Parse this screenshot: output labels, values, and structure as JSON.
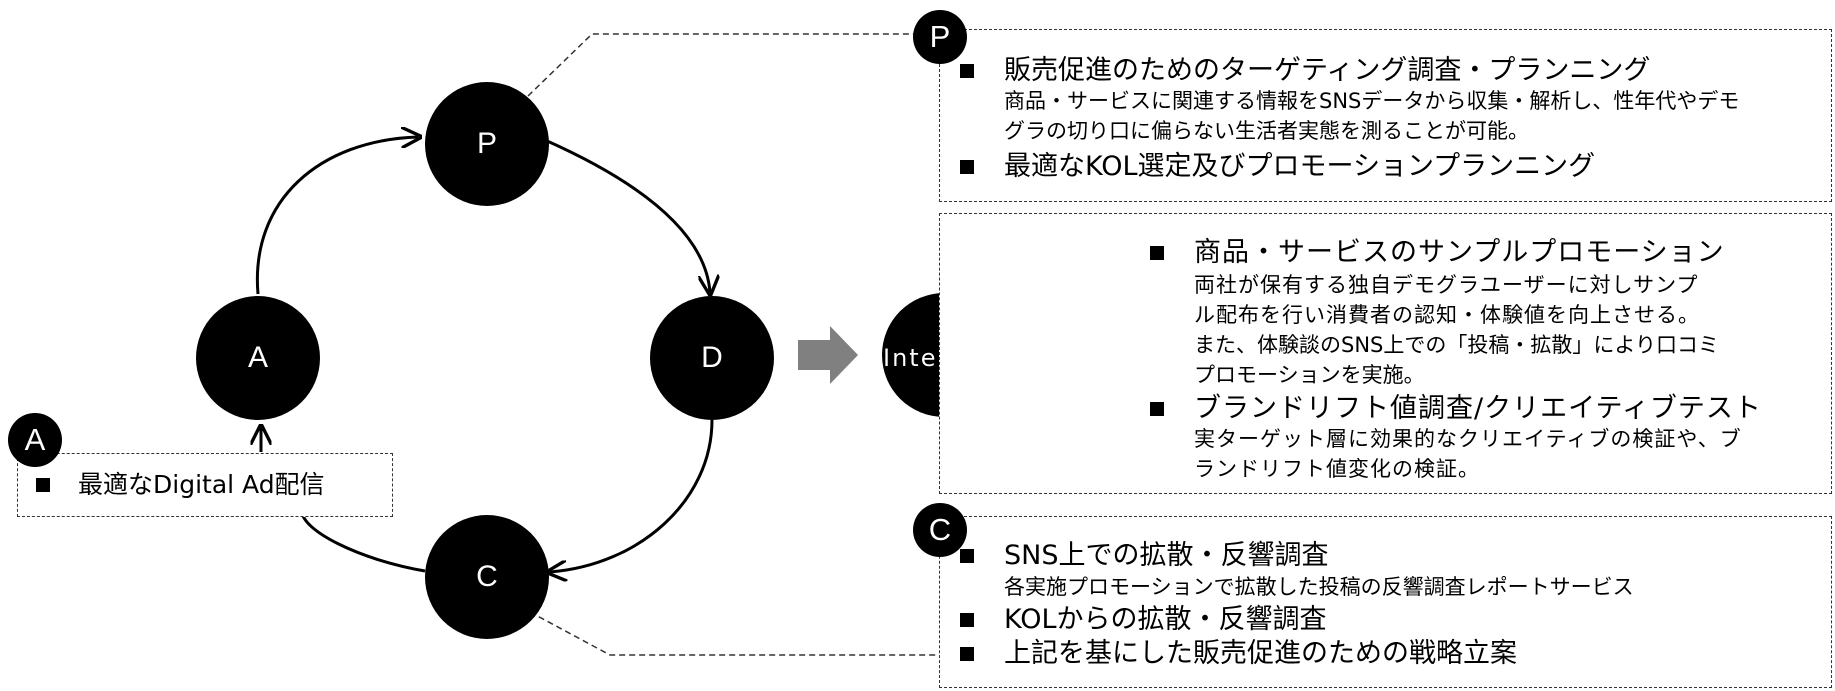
{
  "cycle": {
    "nodes": {
      "p": "P",
      "d": "D",
      "c": "C",
      "a": "A",
      "i_label": "Interactive"
    }
  },
  "badges": {
    "p": "P",
    "c": "C",
    "a": "A"
  },
  "panel_p": {
    "item1_title": "販売促進のためのターゲティング調査・プランニング",
    "item1_desc_line1": "商品・サービスに関連する情報をSNSデータから収集・解析し、性年代やデモ",
    "item1_desc_line2": "グラの切り口に偏らない生活者実態を測ることが可能。",
    "item2_title": "最適なKOL選定及びプロモーションプランニング"
  },
  "panel_i": {
    "item1_title": "商品・サービスのサンプルプロモーション",
    "item1_desc_line1": "両社が保有する独自デモグラユーザーに対しサンプ",
    "item1_desc_line2": "ル配布を行い消費者の認知・体験値を向上させる。",
    "item1_desc_line3": "また、体験談のSNS上での「投稿・拡散」により口コミ",
    "item1_desc_line4": "プロモーションを実施。",
    "item2_title": "ブランドリフト値調査/クリエイティブテスト",
    "item2_desc_line1": "実ターゲット層に効果的なクリエイティブの検証や、ブ",
    "item2_desc_line2": "ランドリフト値変化の検証。"
  },
  "panel_c": {
    "item1_title": "SNS上での拡散・反響調査",
    "item1_desc": "各実施プロモーションで拡散した投稿の反響調査レポートサービス",
    "item2_title": "KOLからの拡散・反響調査",
    "item3_title": "上記を基にした販売促進のための戦略立案"
  },
  "panel_a": {
    "item1_title": "最適なDigital Ad配信"
  },
  "colors": {
    "node": "#000000",
    "arrow": "#808080",
    "border": "#333333"
  }
}
